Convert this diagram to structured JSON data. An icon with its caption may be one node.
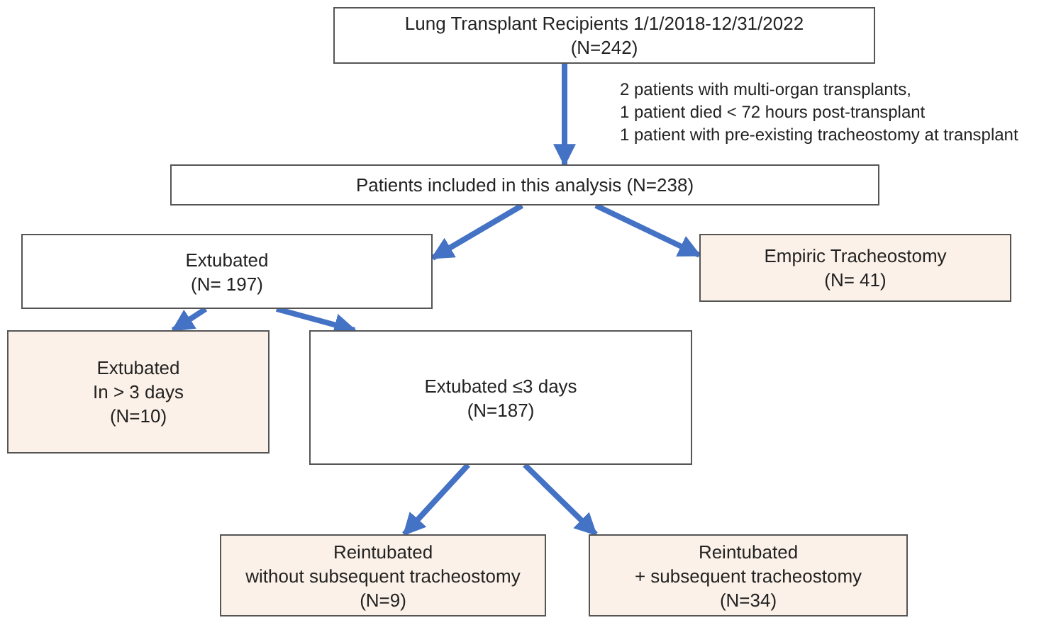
{
  "diagram": {
    "nodes": [
      {
        "text": [
          "Lung Transplant Recipients 1/1/2018-12/31/2022",
          "(N=242)"
        ]
      },
      {
        "text": [
          "Patients included in this analysis (N=238)"
        ]
      },
      {
        "text": [
          "Extubated",
          "(N= 197)"
        ]
      },
      {
        "text": [
          "Empiric Tracheostomy",
          "(N= 41)"
        ]
      },
      {
        "text": [
          "Extubated",
          "In > 3 days",
          "(N=10)"
        ]
      },
      {
        "text": [
          "Extubated ≤3 days",
          "(N=187)"
        ]
      },
      {
        "text": [
          "Reintubated",
          "without subsequent tracheostomy",
          "(N=9)"
        ]
      },
      {
        "text": [
          "Reintubated",
          "+ subsequent tracheostomy",
          "(N=34)"
        ]
      }
    ],
    "edges": [
      {
        "from": 0,
        "to": 1,
        "arrow": "to"
      },
      {
        "from": 1,
        "to": 2,
        "arrow": "to"
      },
      {
        "from": 1,
        "to": 3,
        "arrow": "to"
      },
      {
        "from": 2,
        "to": 4,
        "arrow": "to"
      },
      {
        "from": 2,
        "to": 5,
        "arrow": "to"
      },
      {
        "from": 5,
        "to": 6,
        "arrow": "to"
      },
      {
        "from": 5,
        "to": 7,
        "arrow": "to"
      }
    ],
    "labels": [
      "2 patients with multi-organ transplants,",
      "1 patient died < 72 hours post-transplant",
      "1 patient with pre-existing tracheostomy at transplant"
    ]
  }
}
